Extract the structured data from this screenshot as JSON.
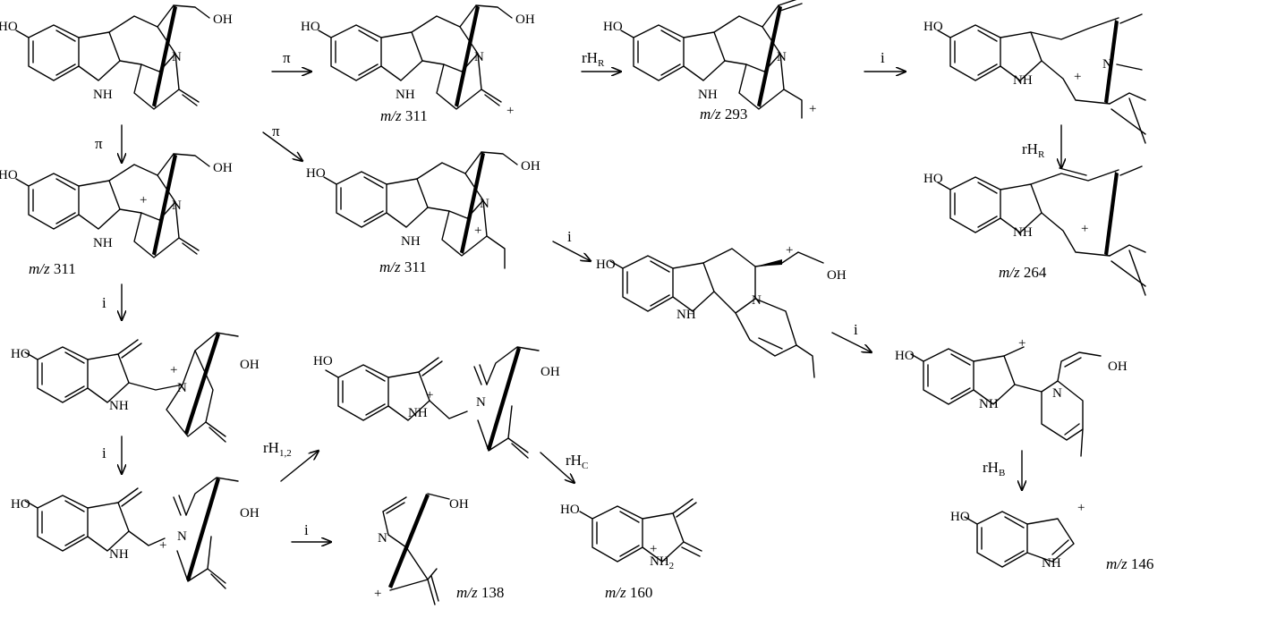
{
  "atoms": {
    "ho": "HO",
    "oh": "OH",
    "nh": "NH",
    "n": "N",
    "plus": "+",
    "nh2": "NH2"
  },
  "arrows": {
    "pi": "π",
    "i": "i",
    "rHR": "rH",
    "rHR_sub": "R",
    "rH12": "rH",
    "rH12_sub": "1,2",
    "rHC": "rH",
    "rHC_sub": "C",
    "rHB": "rH",
    "rHB_sub": "B"
  },
  "mz_prefix": "m/z",
  "mz": {
    "a": "311",
    "b": "293",
    "c": "311",
    "d": "311",
    "e": "264",
    "f": "138",
    "g": "160",
    "h": "146"
  }
}
